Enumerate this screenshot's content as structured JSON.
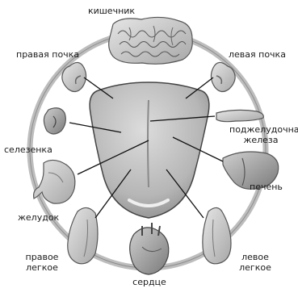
{
  "labels": {
    "intestine": "кишечник",
    "right_kidney": "правая почка",
    "left_kidney": "левая почка",
    "pancreas_line1": "поджелудочная",
    "pancreas_line2": "железа",
    "spleen": "селезенка",
    "liver": "печень",
    "stomach": "желудок",
    "right_lung_line1": "правое",
    "right_lung_line2": "легкое",
    "left_lung_line1": "левое",
    "left_lung_line2": "легкое",
    "heart": "сердце"
  }
}
